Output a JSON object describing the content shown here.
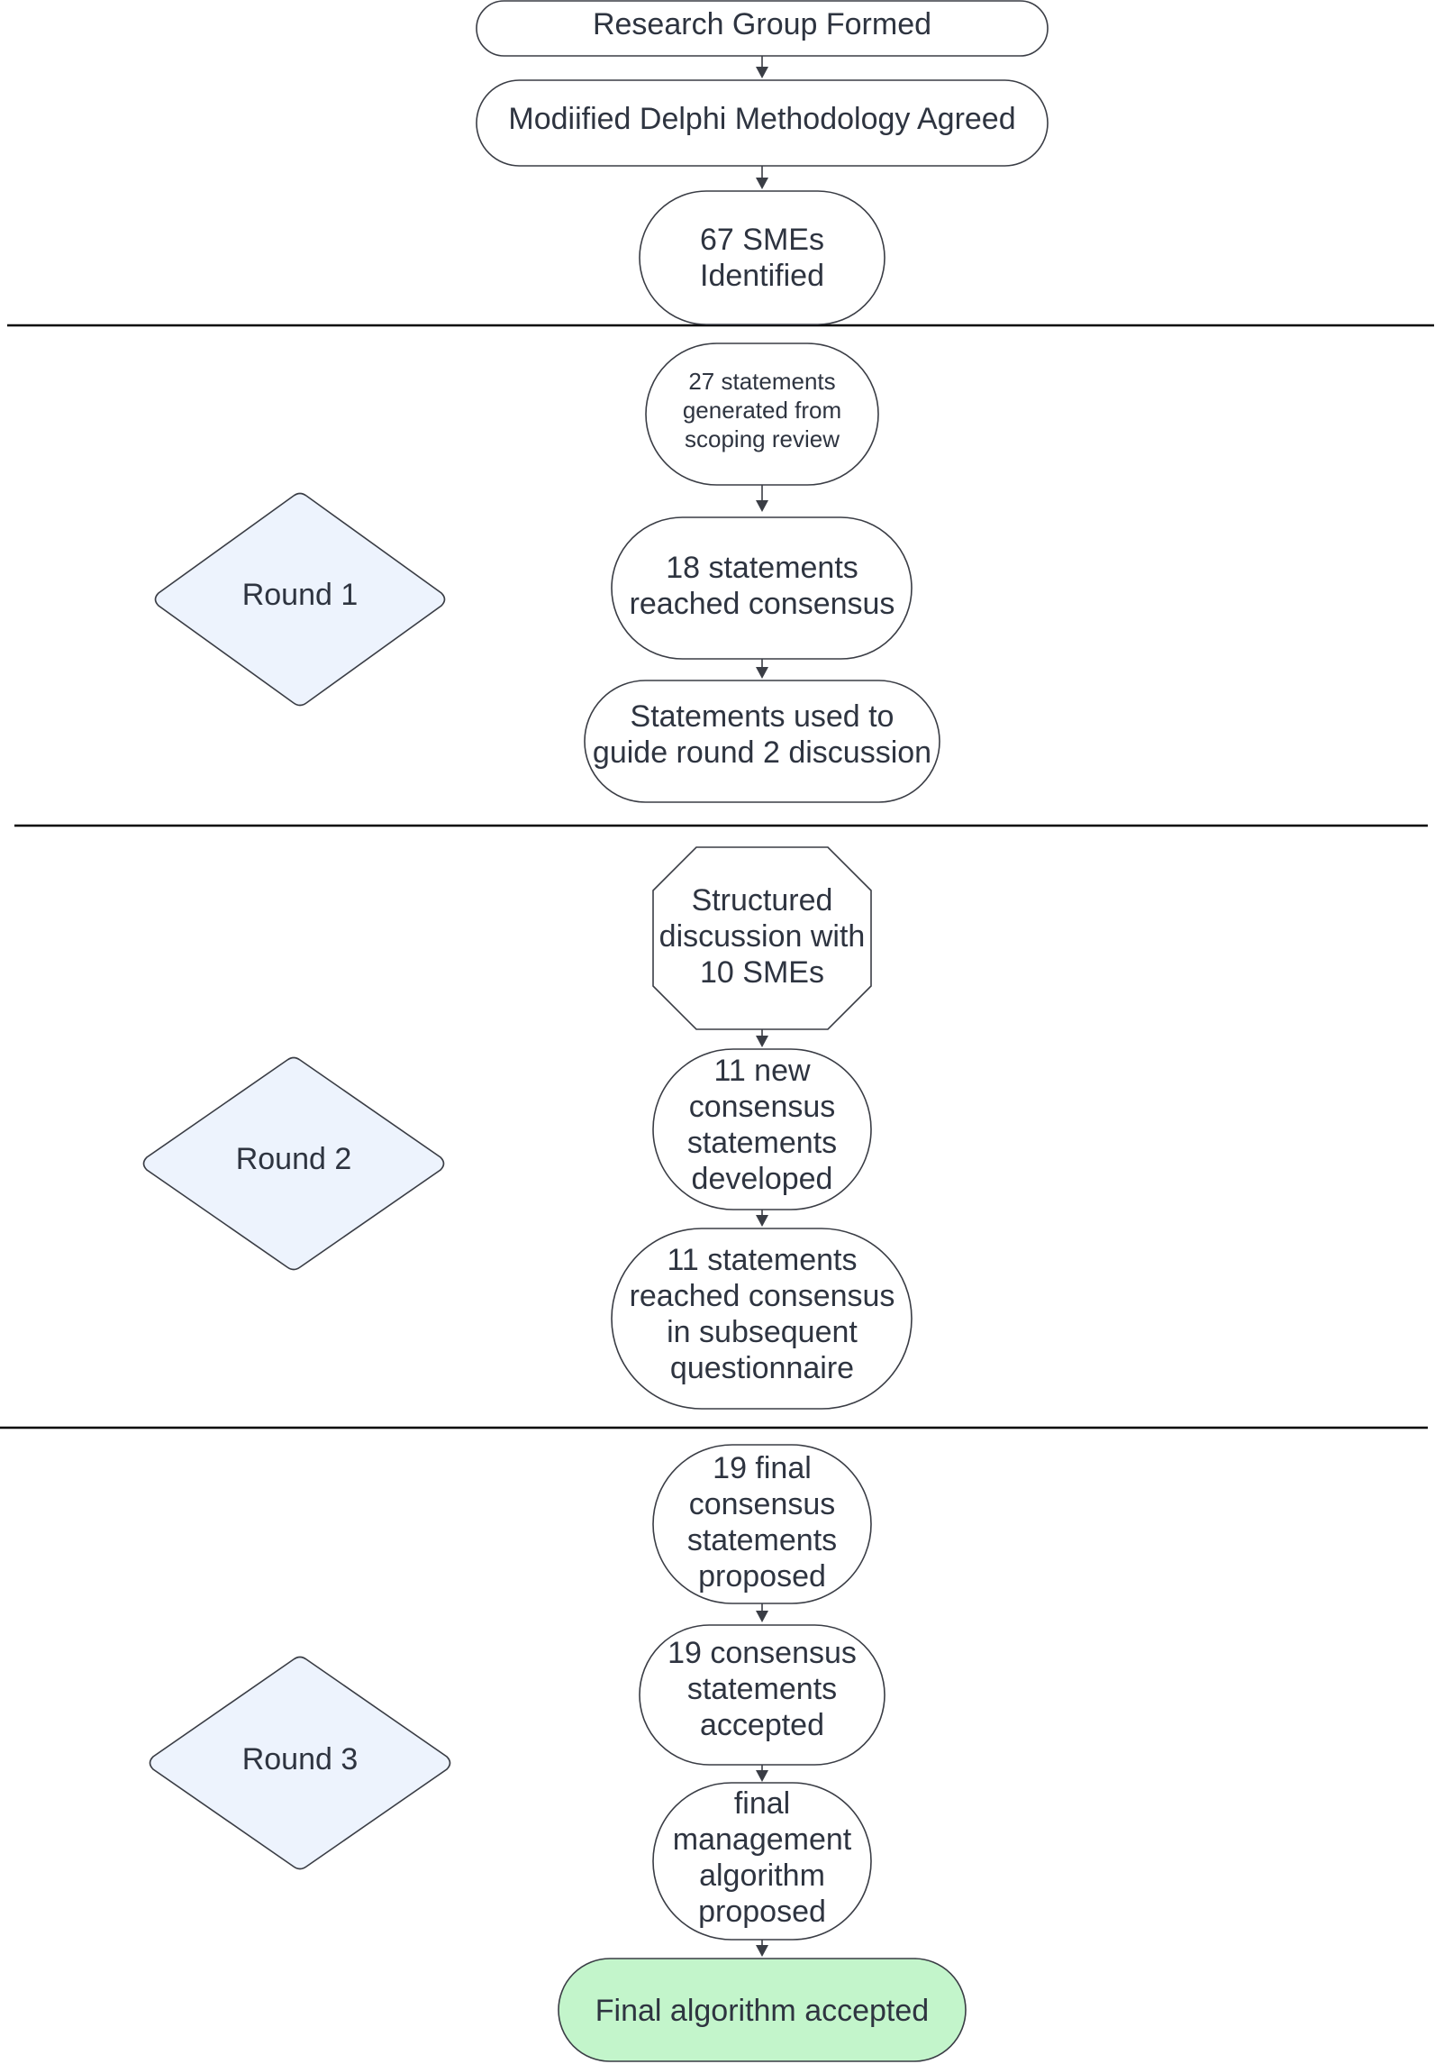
{
  "nodes": {
    "research_group": "Research Group Formed",
    "methodology": "Modiified Delphi Methodology Agreed",
    "smes_identified": [
      "67 SMEs",
      "Identified"
    ],
    "statements_generated": [
      "27 statements",
      "generated from",
      "scoping review"
    ],
    "round1_consensus": [
      "18 statements",
      "reached consensus"
    ],
    "statements_used": [
      "Statements used to",
      "guide round 2 discussion"
    ],
    "structured_discussion": [
      "Structured",
      "discussion with",
      "10 SMEs"
    ],
    "new_statements": [
      "11 new",
      "consensus",
      "statements",
      "developed"
    ],
    "round2_consensus": [
      "11 statements",
      "reached consensus",
      "in subsequent",
      "questionnaire"
    ],
    "final_proposed": [
      "19 final",
      "consensus",
      "statements",
      "proposed"
    ],
    "accepted": [
      "19 consensus",
      "statements",
      "accepted"
    ],
    "algorithm_proposed": [
      "final",
      "management",
      "algorithm",
      "proposed"
    ],
    "final_accepted": "Final algorithm accepted"
  },
  "rounds": {
    "round1": "Round 1",
    "round2": "Round 2",
    "round3": "Round 3"
  },
  "colors": {
    "node_fill": "#ffffff",
    "diamond_fill": "#edf3fd",
    "final_fill": "#c3f5cb",
    "stroke": "#3a3d45",
    "text": "#2e3440",
    "divider": "#000000"
  }
}
